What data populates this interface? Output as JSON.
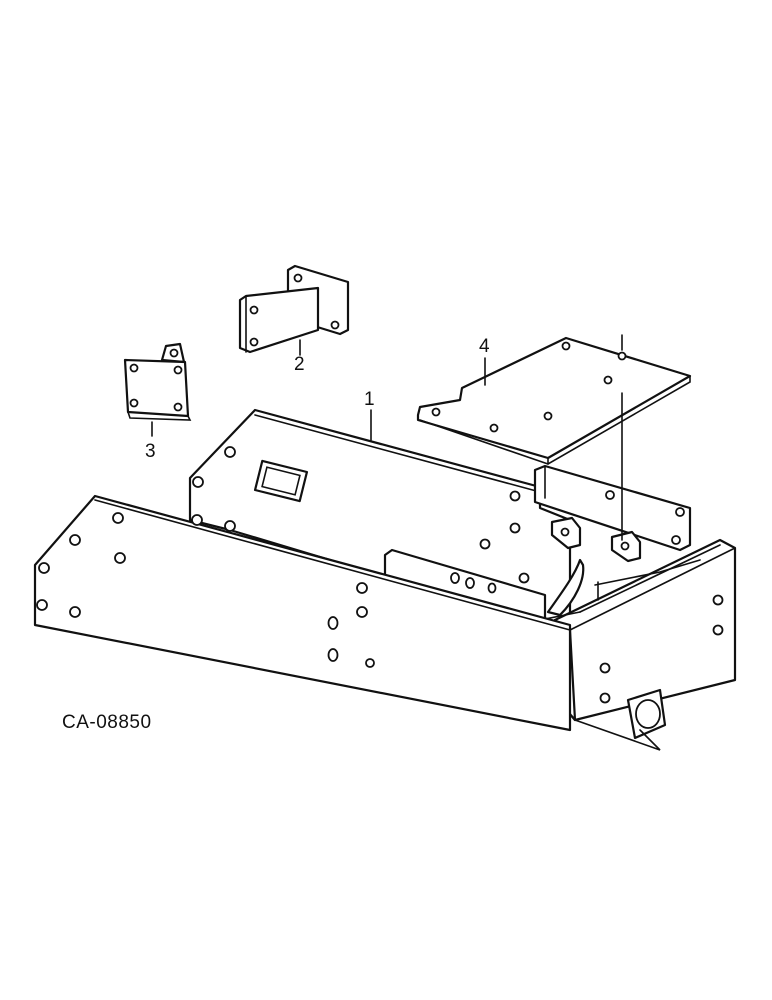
{
  "figure_id": "CA-08850",
  "callouts": {
    "part1": "1",
    "part2": "2",
    "part3": "3",
    "part4": "4"
  }
}
